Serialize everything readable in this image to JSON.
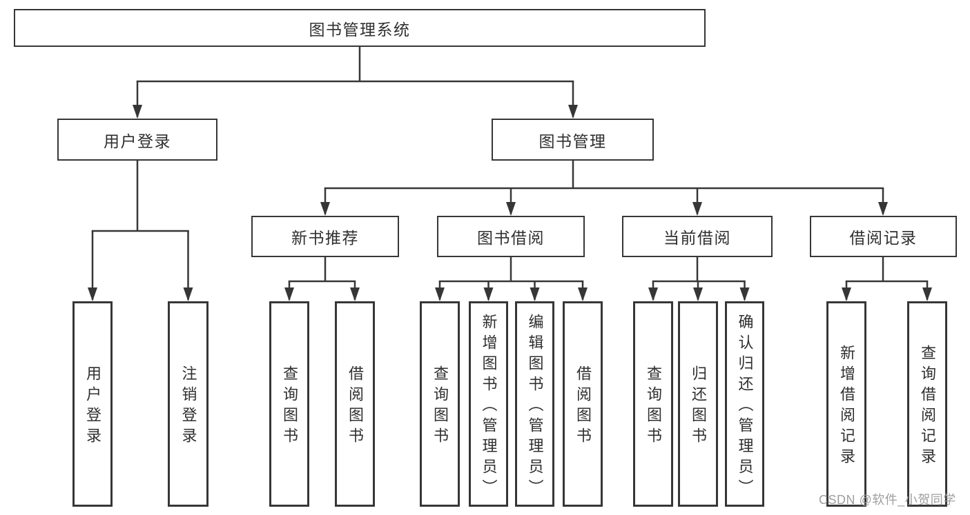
{
  "diagram": {
    "root": "图书管理系统",
    "level2": [
      "用户登录",
      "图书管理"
    ],
    "level3": [
      "新书推荐",
      "图书借阅",
      "当前借阅",
      "借阅记录"
    ],
    "leaves": {
      "user_login": [
        "用户登录",
        "注销登录"
      ],
      "new_book_rec": [
        "查询图书",
        "借阅图书"
      ],
      "book_borrow": [
        "查询图书",
        "新增图书（管理员）",
        "编辑图书（管理员）",
        "借阅图书"
      ],
      "current_borrow": [
        "查询图书",
        "归还图书",
        "确认归还（管理员）"
      ],
      "borrow_record": [
        "新增借阅记录",
        "查询借阅记录"
      ]
    }
  },
  "watermark": "CSDN @软件_小贺同学",
  "colors": {
    "line": "#363636",
    "text": "#2f2f2f",
    "box_bg": "#ffffff",
    "page_bg": "#ffffff",
    "watermark": "#9e9e9e"
  }
}
